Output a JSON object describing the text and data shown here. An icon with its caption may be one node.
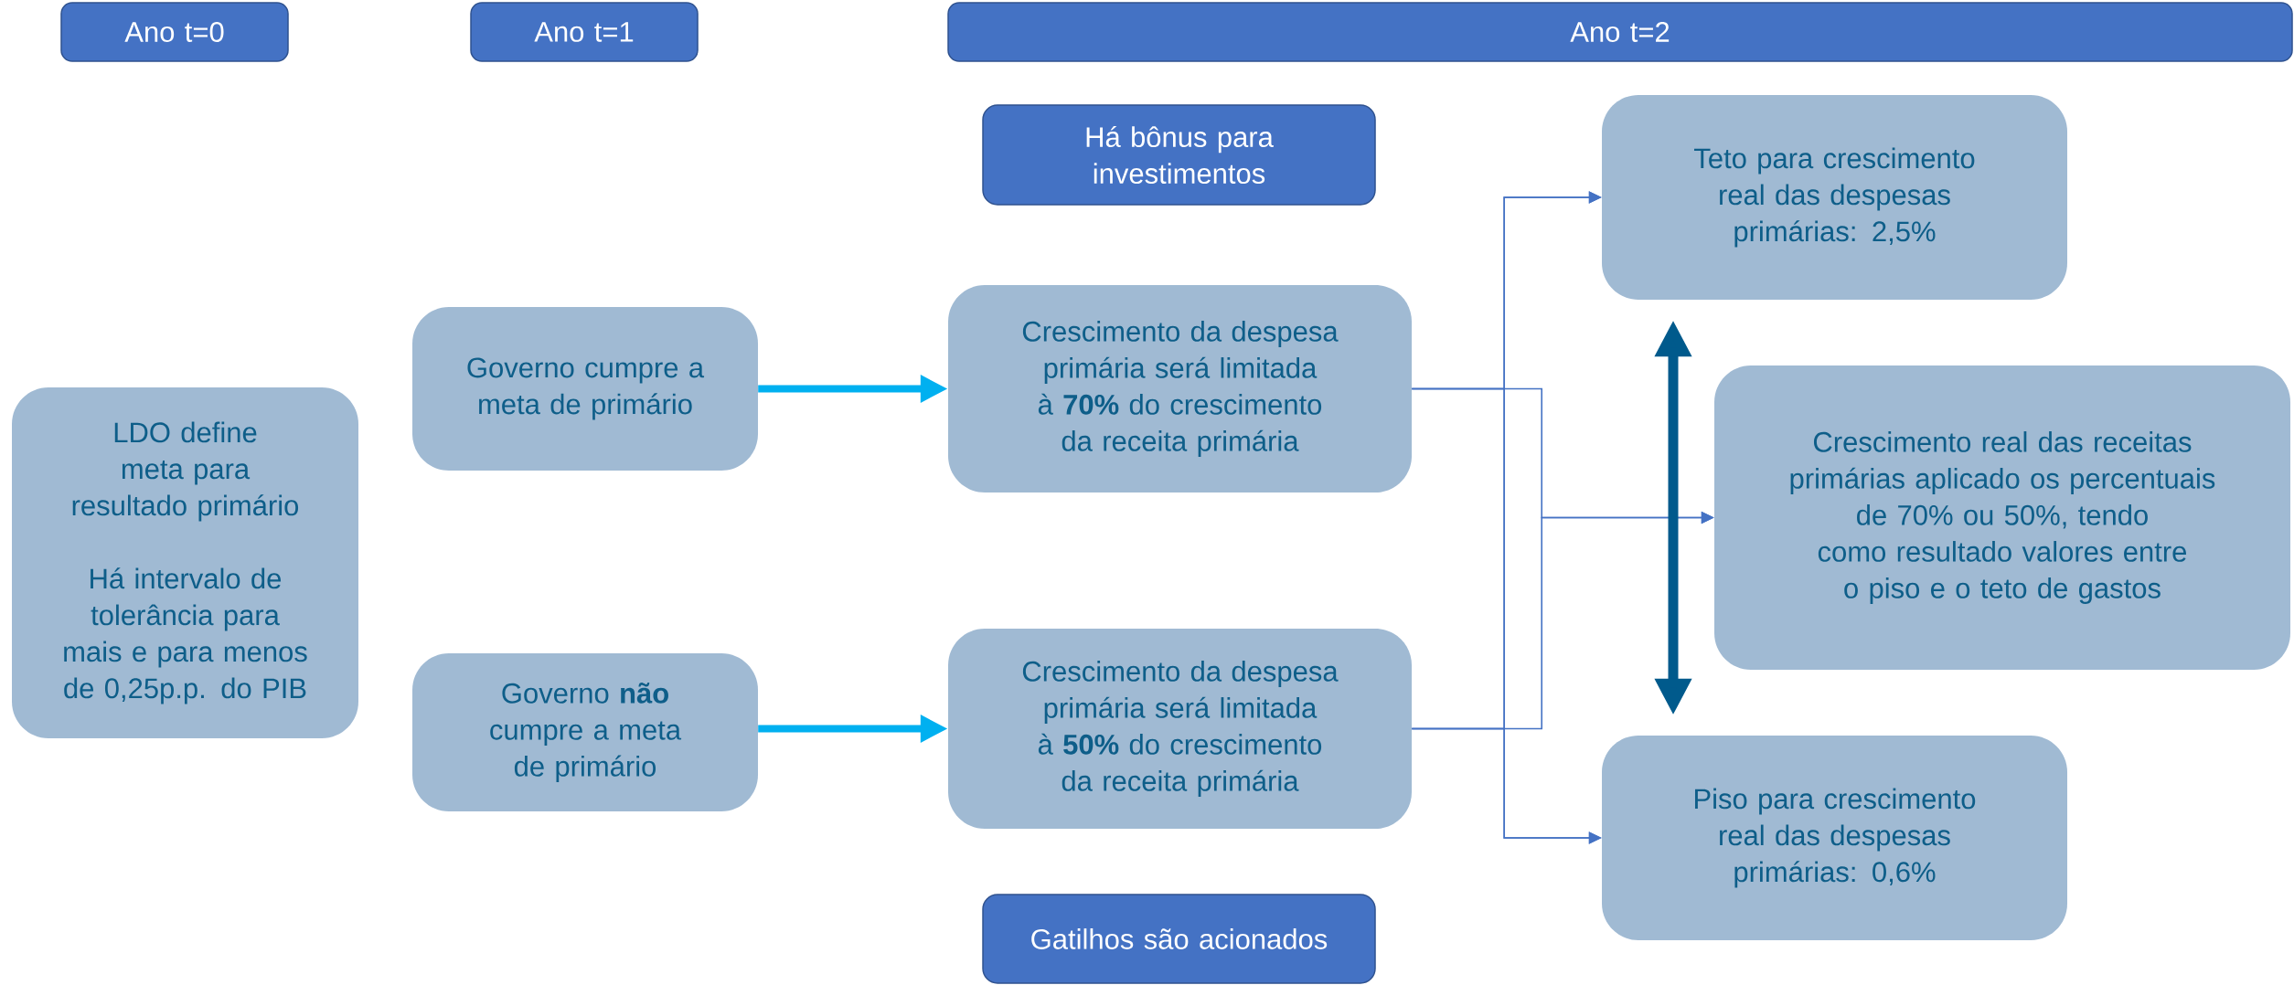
{
  "diagram": {
    "nodes": [
      {
        "text": [
          "Ano t=0"
        ]
      },
      {
        "text": [
          "Ano t=1"
        ]
      },
      {
        "text": [
          "Ano t=2"
        ]
      },
      {
        "text": [
          "LDO define meta para resultado primário",
          "Há intervalo de tolerância para mais e para menos de 0,25p.p. do PIB"
        ]
      },
      {
        "text": [
          "Governo cumpre a meta de primário"
        ]
      },
      {
        "text": [
          "Governo **não** cumpre a meta de primário"
        ]
      },
      {
        "text": [
          "Há bônus para investimentos"
        ]
      },
      {
        "text": [
          "Crescimento da despesa primária será limitada à **70%** do crescimento da receita primária"
        ]
      },
      {
        "text": [
          "Crescimento da despesa primária será limitada à **50%** do crescimento da receita primária"
        ]
      },
      {
        "text": [
          "Gatilhos são acionados"
        ]
      },
      {
        "text": [
          "Teto para crescimento real das despesas primárias: 2,5%"
        ]
      },
      {
        "text": [
          "Crescimento real das receitas primárias aplicado os percentuais de 70% ou 50%, tendo como resultado valores entre o piso e o teto de gastos"
        ]
      },
      {
        "text": [
          "Piso para crescimento real das despesas primárias: 0,6%"
        ]
      }
    ],
    "edges": [
      {
        "from": 4,
        "to": 7,
        "arrow": "to",
        "style": "thick",
        "color": "#00b0f0"
      },
      {
        "from": 5,
        "to": 8,
        "arrow": "to",
        "style": "thick",
        "color": "#00b0f0"
      },
      {
        "from": 7,
        "to": 10,
        "arrow": "to"
      },
      {
        "from": 8,
        "to": 10,
        "arrow": "to"
      },
      {
        "from": 7,
        "to": 11,
        "arrow": "to"
      },
      {
        "from": 8,
        "to": 11,
        "arrow": "to"
      },
      {
        "from": 7,
        "to": 12,
        "arrow": "to"
      },
      {
        "from": 8,
        "to": 12,
        "arrow": "to"
      },
      {
        "from": 10,
        "to": 12,
        "arrow": "both",
        "style": "thick",
        "color": "#005a8c"
      }
    ]
  }
}
